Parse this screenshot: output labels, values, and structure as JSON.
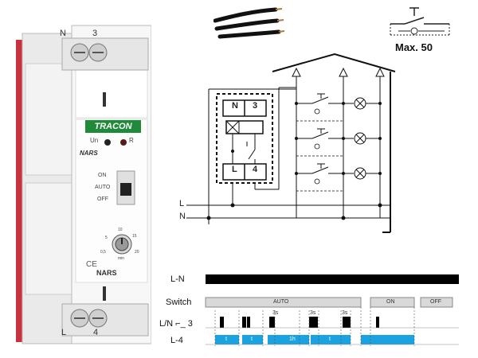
{
  "device": {
    "brand": "TRACON",
    "model_side": "NARS",
    "model_front": "NARS",
    "term_n": "N",
    "term_3": "3",
    "term_l": "L",
    "term_4": "4",
    "led_un": "Un",
    "led_r": "R",
    "switch_on": "ON",
    "switch_auto": "AUTO",
    "switch_off": "OFF",
    "dial_ticks": [
      "10",
      "15",
      "20",
      "5",
      "0,5"
    ],
    "dial_unit": "min",
    "ce": "CE"
  },
  "lamp_symbol": {
    "max_label": "Max. 50"
  },
  "wiring": {
    "box_n": "N",
    "box_3": "3",
    "box_l": "L",
    "box_4": "4",
    "line_l": "L",
    "line_n": "N"
  },
  "timing": {
    "rows": [
      {
        "label": "L-N"
      },
      {
        "label": "Switch"
      },
      {
        "label": "L/N ⌐_ 3"
      },
      {
        "label": "L-4"
      }
    ],
    "switch_auto": "AUTO",
    "switch_on": "ON",
    "switch_off": "OFF",
    "pulse_labels": [
      "3s",
      "3s",
      "3s"
    ],
    "l4_labels": [
      "t",
      "t",
      "1h",
      "t"
    ]
  }
}
